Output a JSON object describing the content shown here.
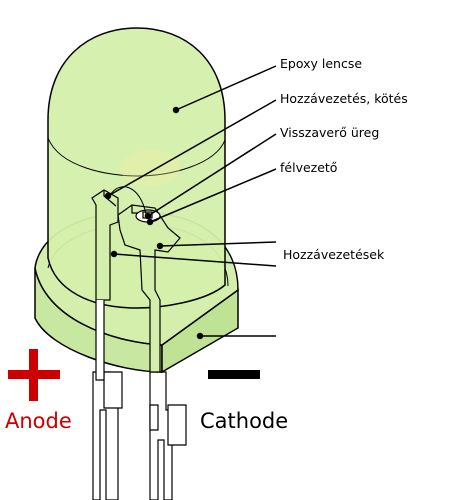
{
  "labels": {
    "epoxy_lens": "Epoxy lencse",
    "wire_bond": "Hozzávezetés, kötés",
    "reflector_cavity": "Visszaverő üreg",
    "semiconductor": "félvezető",
    "leads": "Hozzávezetések"
  },
  "anode": {
    "label": "Anode",
    "symbol": "plus",
    "color": "#cc0000"
  },
  "cathode": {
    "label": "Cathode",
    "symbol": "minus",
    "color": "#000000"
  },
  "colors": {
    "epoxy_fill": "#d4efab",
    "epoxy_fill_dark": "#c3e59a",
    "outline": "#000000",
    "plus_sign": "#cc0000",
    "minus_sign": "#000000",
    "die_glow": "#f4f0a0"
  }
}
